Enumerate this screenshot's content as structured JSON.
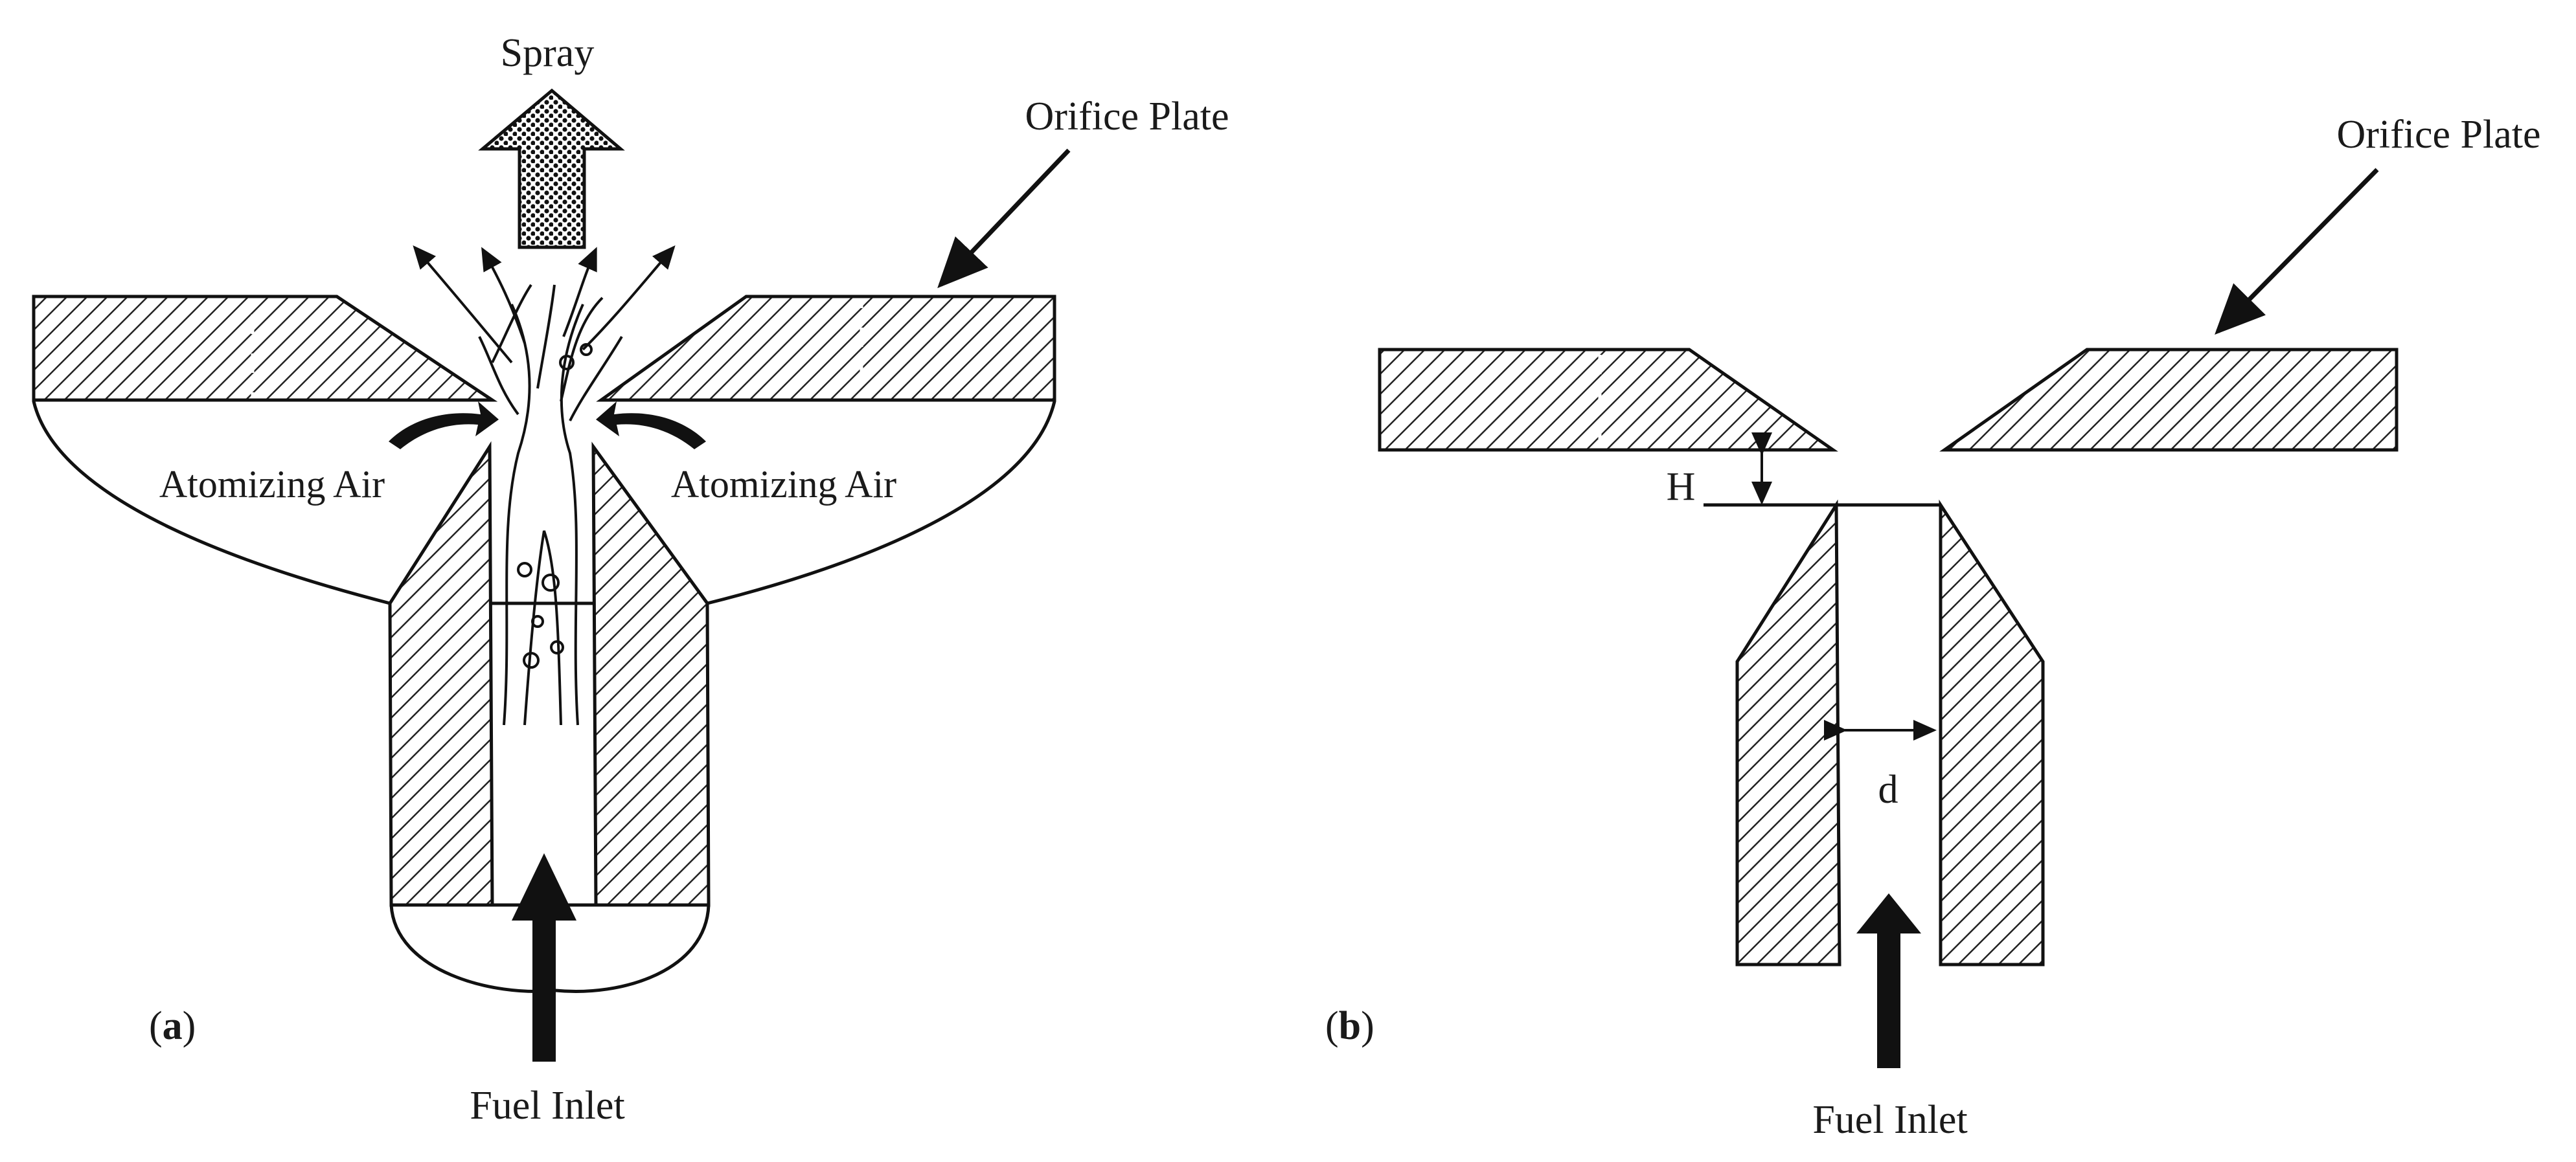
{
  "panel_a": {
    "label_letter": "a",
    "spray": "Spray",
    "orifice_plate": "Orifice Plate",
    "atomizing_air_left": "Atomizing Air",
    "atomizing_air_right": "Atomizing Air",
    "fuel_inlet": "Fuel Inlet"
  },
  "panel_b": {
    "label_letter": "b",
    "orifice_plate": "Orifice Plate",
    "dim_h": "H",
    "dim_d": "d",
    "fuel_inlet": "Fuel Inlet"
  }
}
